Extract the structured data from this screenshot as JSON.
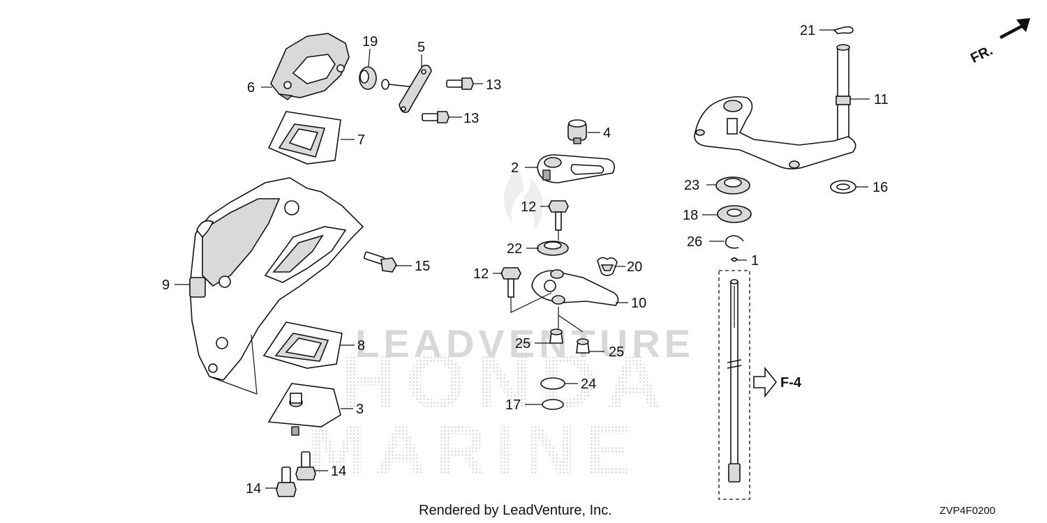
{
  "diagram": {
    "callouts": {
      "c1": "1",
      "c2": "2",
      "c3": "3",
      "c4": "4",
      "c5": "5",
      "c6": "6",
      "c7": "7",
      "c8": "8",
      "c9": "9",
      "c10": "10",
      "c11": "11",
      "c12a": "12",
      "c12b": "12",
      "c13a": "13",
      "c13b": "13",
      "c14a": "14",
      "c14b": "14",
      "c15": "15",
      "c16": "16",
      "c17": "17",
      "c18": "18",
      "c19": "19",
      "c20": "20",
      "c21": "21",
      "c22": "22",
      "c23": "23",
      "c24": "24",
      "c25a": "25",
      "c25b": "25",
      "c26": "26"
    },
    "direction_label": "FR.",
    "reference_label": "F-4",
    "watermark": {
      "line1": "LEADVENTURE",
      "line2": "HONDA",
      "line3": "MARINE"
    },
    "footer_credit": "Rendered by LeadVenture, Inc.",
    "diagram_code": "ZVP4F0200"
  }
}
